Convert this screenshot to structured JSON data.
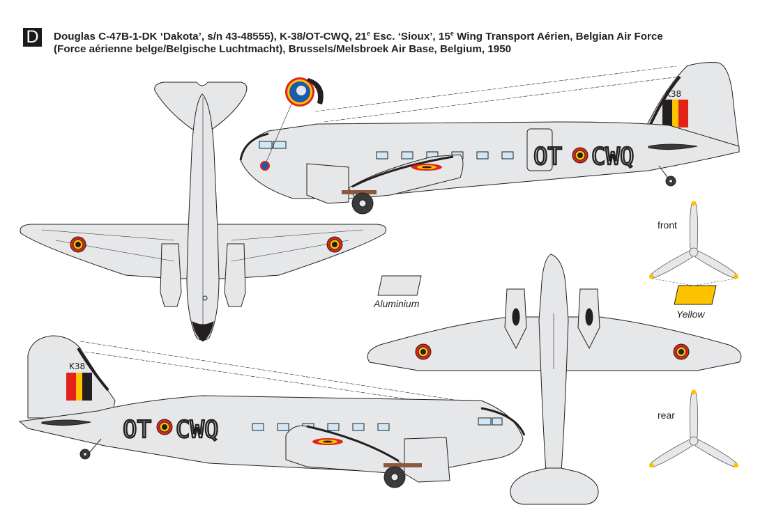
{
  "header": {
    "scheme_letter": "D",
    "title_line1_a": "Douglas C-47B-1-DK ‘Dakota’, s/n 43-48555), K-38/OT-CWQ, 21",
    "title_line1_sup1": "e",
    "title_line1_b": " Esc. ‘Sioux’, 15",
    "title_line1_sup2": "e",
    "title_line1_c": " Wing Transport Aérien, Belgian Air Force",
    "title_line2": "(Force aérienne belge/Belgische Luchtmacht), Brussels/Melsbroek Air Base, Belgium, 1950"
  },
  "markings": {
    "tail_code": "K38",
    "registration_left": "OT",
    "registration_right": "CWQ"
  },
  "views": {
    "top": "top-view",
    "bottom": "bottom-view",
    "left_side": "left-side-view",
    "right_side": "right-side-view",
    "badge_detail": "squadron-sioux-badge"
  },
  "legend": {
    "items": [
      {
        "label": "Aluminium",
        "color": "#e6e7e8"
      },
      {
        "label": "Yellow",
        "color": "#fdc300"
      }
    ]
  },
  "propellers": {
    "front_label": "front",
    "rear_label": "rear",
    "tip_color": "#fdc300",
    "blade_color": "#e6e7e8"
  },
  "colors": {
    "aluminium": "#e6e7e8",
    "belgian_red": "#e2231a",
    "belgian_yellow": "#fdc300",
    "belgian_black": "#231f20",
    "glazing": "#cfe8f7",
    "outline": "#231f20"
  }
}
